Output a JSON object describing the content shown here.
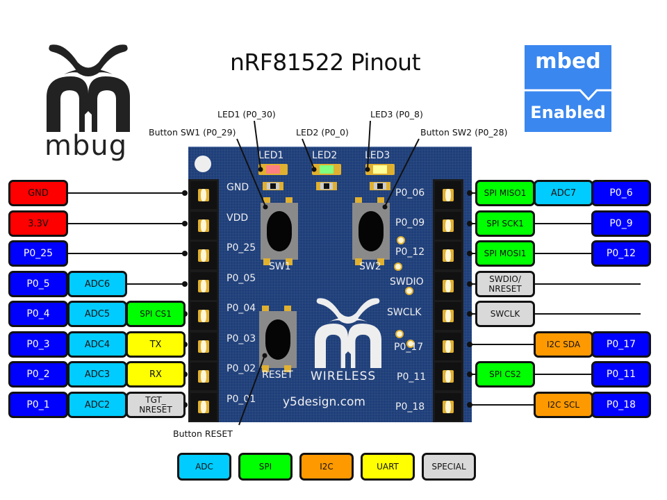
{
  "title": "nRF81522 Pinout",
  "logos": {
    "mbug": {
      "text": "mbug",
      "icon": "mbug-logo-icon"
    },
    "mbed": {
      "top": "mbed",
      "bottom": "Enabled"
    },
    "board_logo_text": "WIRELESS",
    "board_url": "y5design.com"
  },
  "callouts": {
    "led1": "LED1 (P0_30)",
    "led2": "LED2 (P0_0)",
    "led3": "LED3 (P0_8)",
    "sw1": "Button SW1 (P0_29)",
    "sw2": "Button SW2 (P0_28)",
    "reset": "Button RESET"
  },
  "board": {
    "led_labels": [
      "LED1",
      "LED2",
      "LED3"
    ],
    "led_colors": [
      "#ff8080",
      "#80ff80",
      "#ffff99"
    ],
    "button_labels": {
      "sw1": "SW1",
      "sw2": "SW2",
      "reset": "RESET"
    },
    "left_silk": [
      "GND",
      "VDD",
      "P0_25",
      "P0_05",
      "P0_04",
      "P0_03",
      "P0_02",
      "P0_01"
    ],
    "right_silk": [
      "P0_06",
      "P0_09",
      "P0_12",
      "SWDIO",
      "SWCLK",
      "P0_17",
      "P0_11",
      "P0_18"
    ],
    "pcb_color": "#1f3f7a"
  },
  "left_pins": [
    {
      "tags": [
        {
          "label": "GND",
          "kind": "power"
        }
      ]
    },
    {
      "tags": [
        {
          "label": "3.3V",
          "kind": "power"
        }
      ]
    },
    {
      "tags": [
        {
          "label": "P0_25",
          "kind": "gpio"
        }
      ]
    },
    {
      "tags": [
        {
          "label": "P0_5",
          "kind": "gpio"
        },
        {
          "label": "ADC6",
          "kind": "adc"
        }
      ]
    },
    {
      "tags": [
        {
          "label": "P0_4",
          "kind": "gpio"
        },
        {
          "label": "ADC5",
          "kind": "adc"
        },
        {
          "label": "SPI CS1",
          "kind": "spi"
        }
      ]
    },
    {
      "tags": [
        {
          "label": "P0_3",
          "kind": "gpio"
        },
        {
          "label": "ADC4",
          "kind": "adc"
        },
        {
          "label": "TX",
          "kind": "uart"
        }
      ]
    },
    {
      "tags": [
        {
          "label": "P0_2",
          "kind": "gpio"
        },
        {
          "label": "ADC3",
          "kind": "adc"
        },
        {
          "label": "RX",
          "kind": "uart"
        }
      ]
    },
    {
      "tags": [
        {
          "label": "P0_1",
          "kind": "gpio"
        },
        {
          "label": "ADC2",
          "kind": "adc"
        },
        {
          "label": "TGT_\nNRESET",
          "kind": "special"
        }
      ]
    }
  ],
  "right_pins": [
    {
      "inner": {
        "label": "SPI MISO1",
        "kind": "spi"
      },
      "middle": {
        "label": "ADC7",
        "kind": "adc"
      },
      "outer": {
        "label": "P0_6",
        "kind": "gpio"
      }
    },
    {
      "inner": {
        "label": "SPI SCK1",
        "kind": "spi"
      },
      "middle": null,
      "outer": {
        "label": "P0_9",
        "kind": "gpio"
      }
    },
    {
      "inner": {
        "label": "SPI MOSI1",
        "kind": "spi"
      },
      "middle": null,
      "outer": {
        "label": "P0_12",
        "kind": "gpio"
      }
    },
    {
      "inner": {
        "label": "SWDIO/\nNRESET",
        "kind": "special"
      },
      "middle": null,
      "outer": null
    },
    {
      "inner": {
        "label": "SWCLK",
        "kind": "special"
      },
      "middle": null,
      "outer": null
    },
    {
      "inner": null,
      "middle": {
        "label": "I2C SDA",
        "kind": "i2c"
      },
      "outer": {
        "label": "P0_17",
        "kind": "gpio"
      }
    },
    {
      "inner": {
        "label": "SPI CS2",
        "kind": "spi"
      },
      "middle": null,
      "outer": {
        "label": "P0_11",
        "kind": "gpio"
      }
    },
    {
      "inner": null,
      "middle": {
        "label": "I2C SCL",
        "kind": "i2c"
      },
      "outer": {
        "label": "P0_18",
        "kind": "gpio"
      }
    }
  ],
  "legend": [
    {
      "label": "ADC",
      "kind": "adc"
    },
    {
      "label": "SPI",
      "kind": "spi"
    },
    {
      "label": "I2C",
      "kind": "i2c"
    },
    {
      "label": "UART",
      "kind": "uart"
    },
    {
      "label": "SPECIAL",
      "kind": "special"
    }
  ],
  "colors": {
    "power": "#ff0000",
    "gpio": "#0000ff",
    "adc": "#00ccff",
    "spi": "#00ff00",
    "i2c": "#ff9900",
    "uart": "#ffff00",
    "special": "#d9d9d9",
    "mbed_blue": "#3a87ef"
  }
}
